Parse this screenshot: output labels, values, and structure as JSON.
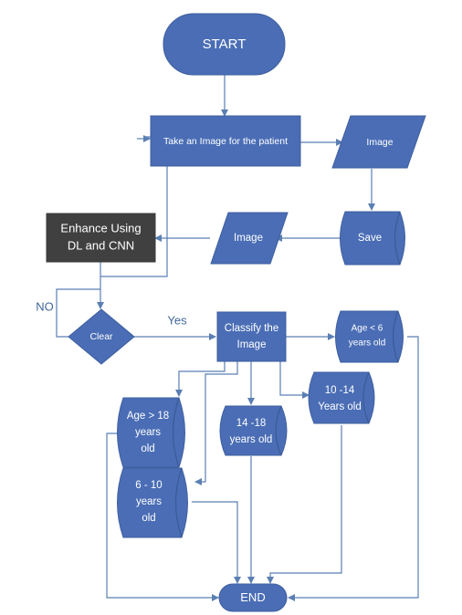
{
  "colors": {
    "shape_fill": "#4a6db5",
    "dark_box": "#404040",
    "connector": "#5b7fb3",
    "label": "#41679b"
  },
  "nodes": {
    "start": "START",
    "take_image": "Take an Image for the patient",
    "image_top": "Image",
    "save": "Save",
    "image_mid": "Image",
    "enhance": [
      "Enhance Using",
      "DL and CNN"
    ],
    "clear": "Clear",
    "classify": [
      "Classify the",
      "Image"
    ],
    "age_lt6": [
      "Age < 6",
      "years old"
    ],
    "age_gt18": [
      "Age > 18",
      "years",
      "old"
    ],
    "age_14_18": [
      "14 -18",
      "years old"
    ],
    "age_10_14": [
      "10 -14",
      "Years old"
    ],
    "age_6_10": [
      "6 - 10",
      "years",
      "old"
    ],
    "end": "END"
  },
  "labels": {
    "no": "NO",
    "yes": "Yes"
  }
}
